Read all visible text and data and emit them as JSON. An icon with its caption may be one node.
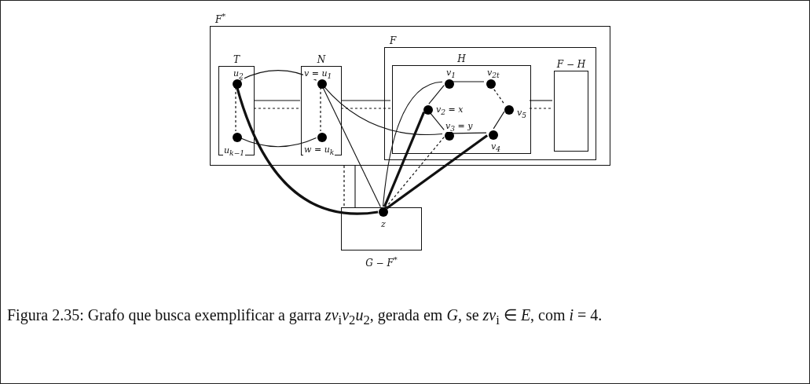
{
  "diagram": {
    "caption": "Figura 2.35: Grafo que busca exemplificar a garra *zv*$_{i}$*v*$_{2}$*u*$_{2}$, gerada em *G*, se *zv*$_{i}$ ∈ *E*, com *i* = 4.",
    "nodes": [
      {
        "text": [
          "F$^{*}$"
        ]
      },
      {
        "text": [
          "T"
        ],
        "in": 0
      },
      {
        "text": [],
        "shape": "circle",
        "beside": [
          "u$_{2}$"
        ],
        "in": 1
      },
      {
        "text": [],
        "shape": "circle",
        "beside": [
          "u$_{k−1}$"
        ],
        "in": 1
      },
      {
        "text": [
          "N"
        ],
        "in": 0
      },
      {
        "text": [],
        "shape": "circle",
        "beside": [
          "v = u$_{1}$"
        ],
        "in": 4
      },
      {
        "text": [],
        "shape": "circle",
        "beside": [
          "w = u$_{k}$"
        ],
        "in": 4
      },
      {
        "text": [
          "F"
        ],
        "in": 0
      },
      {
        "text": [
          "H"
        ],
        "in": 7
      },
      {
        "text": [],
        "shape": "circle",
        "beside": [
          "v$_{1}$"
        ],
        "in": 8
      },
      {
        "text": [],
        "shape": "circle",
        "beside": [
          "v$_{2t}$"
        ],
        "in": 8
      },
      {
        "text": [],
        "shape": "circle",
        "beside": [
          "v$_{2}$ = x"
        ],
        "in": 8
      },
      {
        "text": [],
        "shape": "circle",
        "beside": [
          "v$_{5}$"
        ],
        "in": 8
      },
      {
        "text": [],
        "shape": "circle",
        "beside": [
          "v$_{3}$ = y"
        ],
        "in": 8
      },
      {
        "text": [],
        "shape": "circle",
        "beside": [
          "v$_{4}$"
        ],
        "in": 8
      },
      {
        "text": [
          "F − H"
        ],
        "in": 7
      },
      {
        "text": [
          "G − F$^{*}$"
        ]
      },
      {
        "text": [],
        "shape": "circle",
        "beside": [
          "z"
        ],
        "in": 16
      }
    ],
    "edges": [
      {
        "from": 2,
        "to": 3,
        "arrow": "none",
        "style": "dashed"
      },
      {
        "from": 2,
        "to": 5,
        "arrow": "none"
      },
      {
        "from": 3,
        "to": 6,
        "arrow": "none"
      },
      {
        "from": 5,
        "to": 6,
        "arrow": "none",
        "style": "dashed"
      },
      {
        "from": 5,
        "to": 13,
        "arrow": "none"
      },
      {
        "from": 5,
        "to": 17,
        "arrow": "none"
      },
      {
        "from": 2,
        "to": 17,
        "arrow": "none",
        "style": "thick"
      },
      {
        "from": 9,
        "to": 17,
        "arrow": "none"
      },
      {
        "from": 11,
        "to": 17,
        "arrow": "none",
        "style": "thick"
      },
      {
        "from": 13,
        "to": 17,
        "arrow": "none",
        "style": "dashed"
      },
      {
        "from": 14,
        "to": 17,
        "arrow": "none",
        "style": "thick"
      },
      {
        "from": 9,
        "to": 11,
        "arrow": "none"
      },
      {
        "from": 11,
        "to": 13,
        "arrow": "none"
      },
      {
        "from": 9,
        "to": 10,
        "arrow": "none"
      },
      {
        "from": 10,
        "to": 12,
        "arrow": "none",
        "style": "dashed"
      },
      {
        "from": 12,
        "to": 14,
        "arrow": "none"
      },
      {
        "from": 13,
        "to": 14,
        "arrow": "none"
      },
      {
        "from": 1,
        "to": 4,
        "arrow": "none"
      },
      {
        "from": 1,
        "to": 4,
        "arrow": "none",
        "style": "dashed"
      },
      {
        "from": 4,
        "to": 8,
        "arrow": "none"
      },
      {
        "from": 4,
        "to": 8,
        "arrow": "none",
        "style": "dashed"
      },
      {
        "from": 8,
        "to": 15,
        "arrow": "none"
      },
      {
        "from": 8,
        "to": 15,
        "arrow": "none",
        "style": "dashed"
      },
      {
        "from": 0,
        "to": 16,
        "arrow": "none",
        "style": "dashed"
      },
      {
        "from": 0,
        "to": 16,
        "arrow": "none"
      }
    ]
  }
}
